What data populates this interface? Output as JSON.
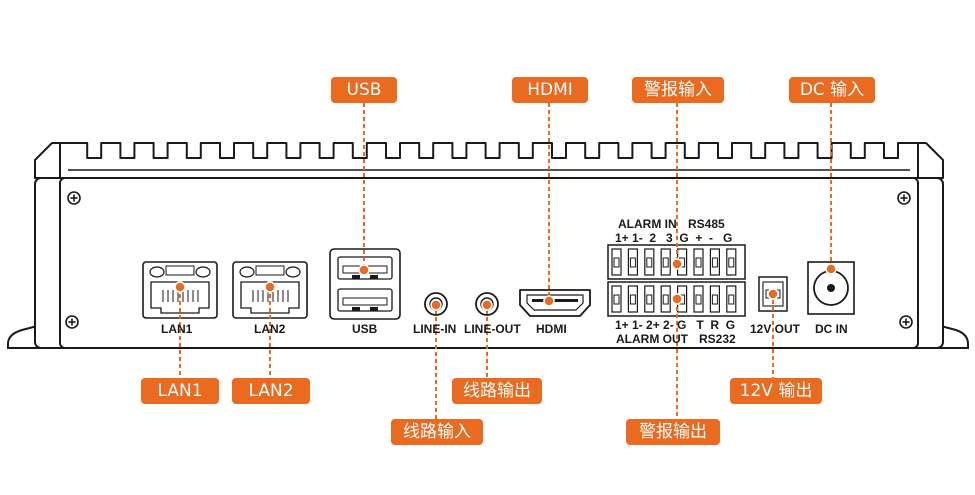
{
  "callouts": {
    "usb": "USB",
    "hdmi": "HDMI",
    "alarm_in": "警报输入",
    "dc_in": "DC 输入",
    "lan1": "LAN1",
    "lan2": "LAN2",
    "line_out": "线路输出",
    "line_in": "线路输入",
    "alarm_out": "警报输出",
    "v12_out": "12V 输出"
  },
  "panel_labels": {
    "lan1": "LAN1",
    "lan2": "LAN2",
    "usb": "USB",
    "line_in": "LINE-IN",
    "line_out": "LINE-OUT",
    "hdmi": "HDMI",
    "alarm_in": "ALARM IN",
    "rs485": "RS485",
    "top_pins": "1+ 1-  2   3  G  +  -   G",
    "bottom_pins": "1+ 1- 2+ 2- G   T  R  G",
    "alarm_out": "ALARM OUT",
    "rs232": "RS232",
    "v12_out": "12V OUT",
    "dc_in": "DC IN"
  },
  "colors": {
    "accent": "#ea6a1f",
    "outline": "#1a1a1a"
  }
}
